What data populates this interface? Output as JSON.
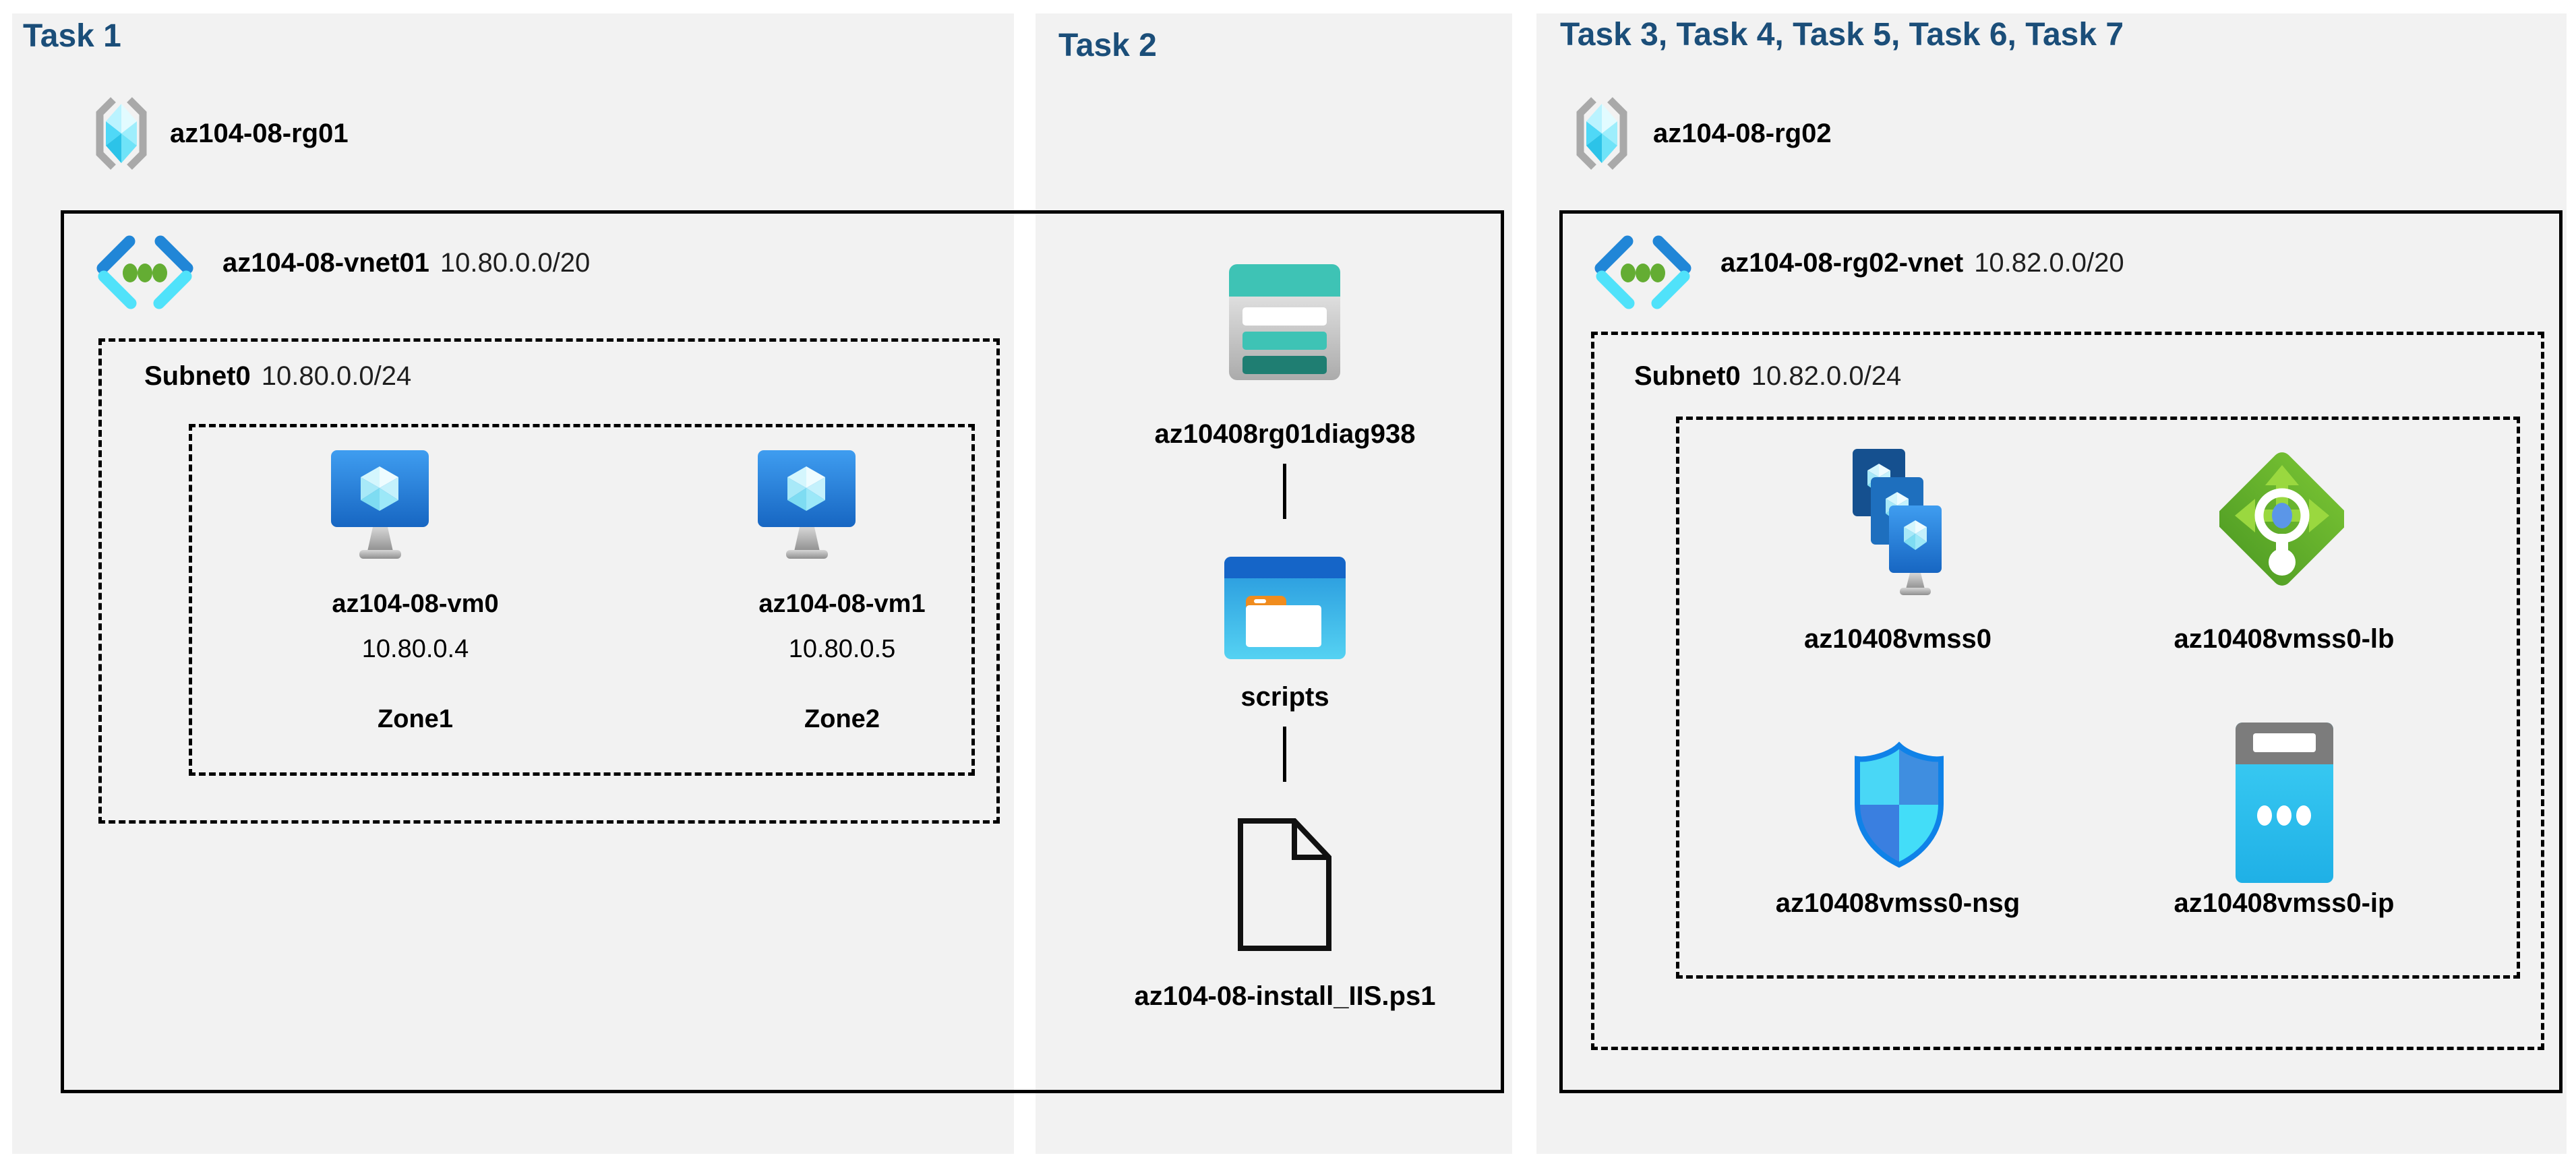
{
  "colors": {
    "page_bg": "#ffffff",
    "panel_bg": "#f2f2f2",
    "heading": "#1b4e79",
    "outline": "#000000",
    "azure_blue": "#2186d7",
    "azure_cyan": "#50e2fa",
    "vnet_dot_green": "#64ad33",
    "lb_green": "#62b02e",
    "nsg_blue": "#0f82e8",
    "storage_teal": "#3ec3b5",
    "storage_dark_teal": "#1f7e72",
    "folder_orange": "#f08c1e",
    "ip_cyan": "#2bc3ee"
  },
  "task1": {
    "heading": "Task 1",
    "resource_group": {
      "name": "az104-08-rg01",
      "icon": "resource-group-icon"
    },
    "vnet": {
      "name": "az104-08-vnet01",
      "cidr": "10.80.0.0/20",
      "icon": "virtual-network-icon"
    },
    "subnet": {
      "name": "Subnet0",
      "cidr": "10.80.0.0/24"
    },
    "vms": [
      {
        "name": "az104-08-vm0",
        "ip": "10.80.0.4",
        "zone": "Zone1",
        "icon": "virtual-machine-icon"
      },
      {
        "name": "az104-08-vm1",
        "ip": "10.80.0.5",
        "zone": "Zone2",
        "icon": "virtual-machine-icon"
      }
    ]
  },
  "task2": {
    "heading": "Task 2",
    "storage_account": {
      "name": "az10408rg01diag938",
      "icon": "storage-account-icon"
    },
    "container": {
      "name": "scripts",
      "icon": "blob-container-icon"
    },
    "file": {
      "name": "az104-08-install_IIS.ps1",
      "icon": "file-icon"
    }
  },
  "task3to7": {
    "heading": "Task 3, Task 4, Task 5, Task 6, Task 7",
    "resource_group": {
      "name": "az104-08-rg02",
      "icon": "resource-group-icon"
    },
    "vnet": {
      "name": "az104-08-rg02-vnet",
      "cidr": "10.82.0.0/20",
      "icon": "virtual-network-icon"
    },
    "subnet": {
      "name": "Subnet0",
      "cidr": "10.82.0.0/24"
    },
    "resources": [
      {
        "name": "az10408vmss0",
        "type": "vm-scale-set",
        "icon": "vmss-icon"
      },
      {
        "name": "az10408vmss0-lb",
        "type": "load-balancer",
        "icon": "load-balancer-icon"
      },
      {
        "name": "az10408vmss0-nsg",
        "type": "network-security-group",
        "icon": "nsg-icon"
      },
      {
        "name": "az10408vmss0-ip",
        "type": "public-ip-address",
        "icon": "public-ip-icon"
      }
    ]
  }
}
